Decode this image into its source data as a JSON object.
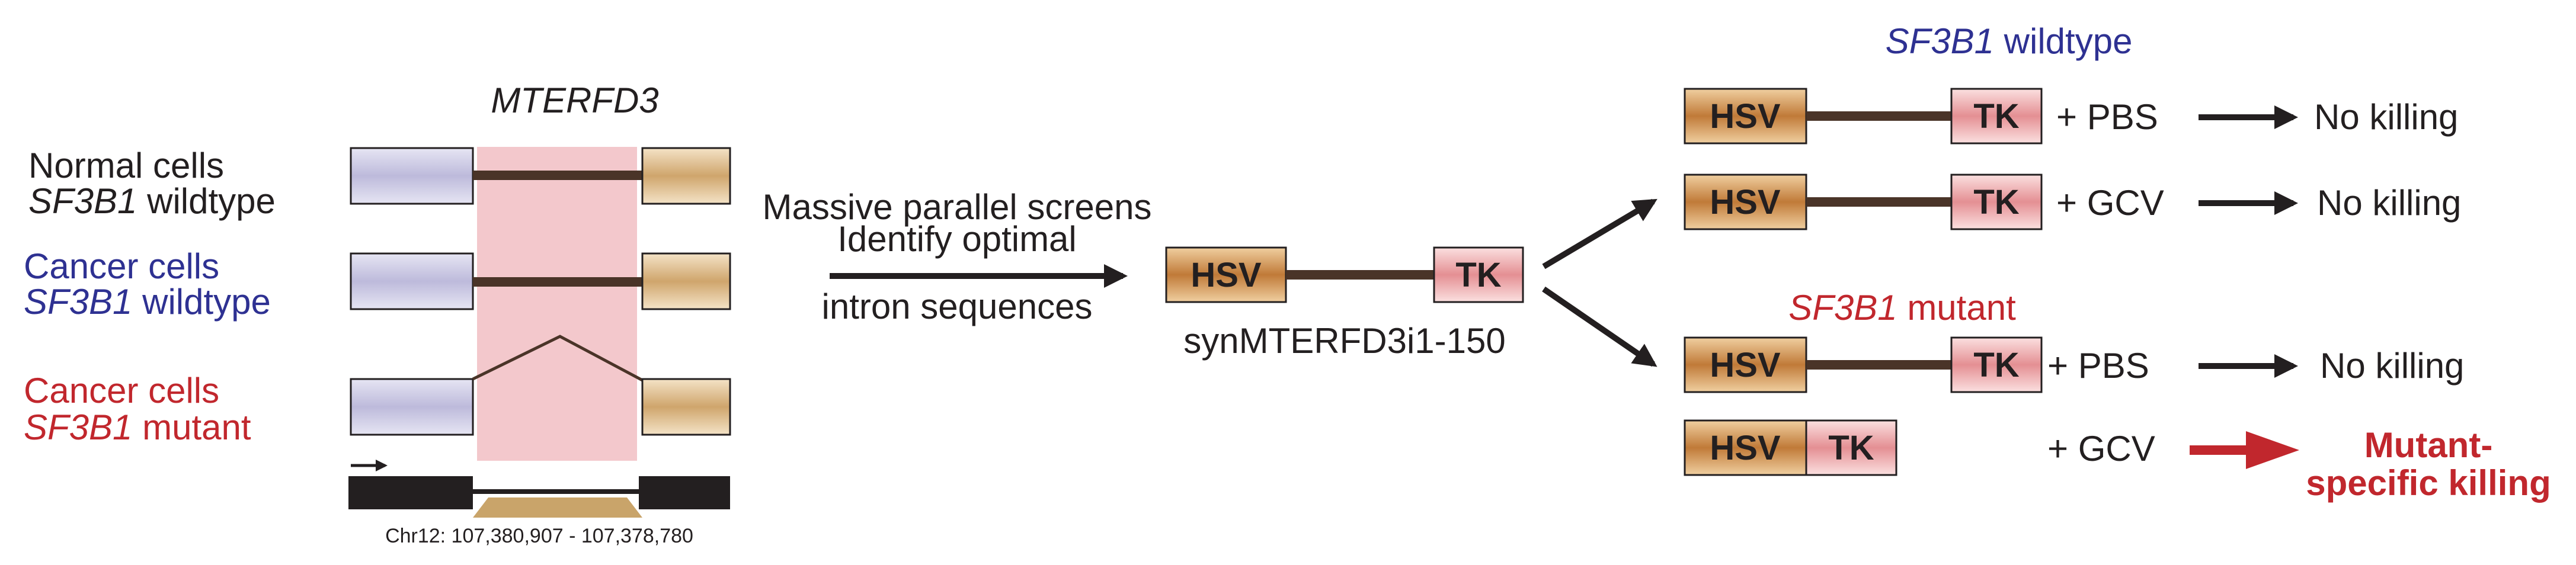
{
  "gene_title": "MTERFD3",
  "left_labels": {
    "normal_line1": "Normal cells",
    "normal_gene": "SF3B1",
    "normal_status": " wildtype",
    "cancer_wt_line1": "Cancer cells",
    "cancer_wt_gene": "SF3B1",
    "cancer_wt_status": " wildtype",
    "cancer_mut_line1": "Cancer cells",
    "cancer_mut_gene": "SF3B1",
    "cancer_mut_status": " mutant"
  },
  "coordinates": "Chr12: 107,380,907 - 107,378,780",
  "screen_text": {
    "line1": "Massive parallel screens",
    "line2": "Identify optimal",
    "line3": "intron sequences"
  },
  "construct": {
    "hsv": "HSV",
    "tk": "TK",
    "name": "synMTERFD3i1-150"
  },
  "wildtype_header": {
    "gene": "SF3B1",
    "status": " wildtype"
  },
  "mutant_header": {
    "gene": "SF3B1",
    "status": " mutant"
  },
  "outcomes": {
    "wt_pbs": {
      "treatment": "+ PBS",
      "result": "No killing"
    },
    "wt_gcv": {
      "treatment": "+ GCV",
      "result": "No killing"
    },
    "mut_pbs": {
      "treatment": "+ PBS",
      "result": "No killing"
    },
    "mut_gcv": {
      "treatment": "+ GCV",
      "result_line1": "Mutant-",
      "result_line2": "specific killing"
    }
  },
  "colors": {
    "exon_left": "#c9c7e3",
    "exon_right": "#d9b98c",
    "intron_highlight": "#f3c8cc",
    "hsv_box": "#c98a4b",
    "tk_box": "#e8a3a6",
    "linker": "#4a3428",
    "blue_text": "#2e3192",
    "red_text": "#c1272d"
  }
}
